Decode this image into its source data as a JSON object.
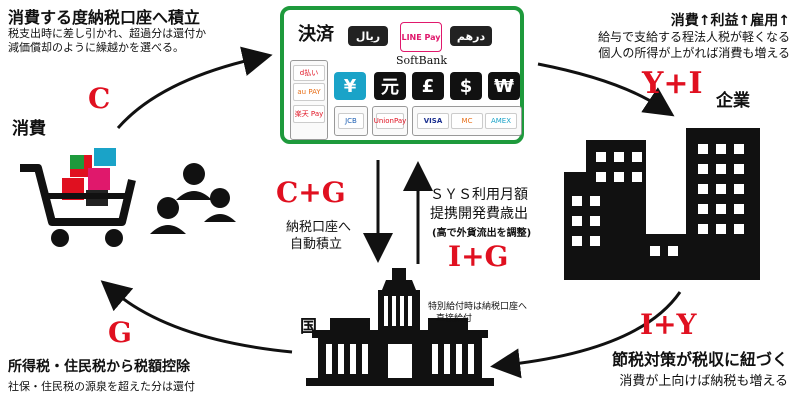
{
  "topleft": {
    "title": "消費する度納税口座へ積立",
    "line1": "税支出時に差し引かれ、超過分は還付か",
    "line2": "減価償却のように繰越かを選べる。"
  },
  "topright": {
    "line1": "消費↑利益↑雇用↑",
    "line2": "給与で支給する程法人税が軽くなる",
    "line3": "個人の所得が上がれば消費も増える"
  },
  "nodes": {
    "consumption_letter": "C",
    "consumption_label": "消費",
    "corporate_letter": "Y+I",
    "corporate_label": "企業",
    "settlement_label": "決済",
    "state_label": "国"
  },
  "center": {
    "cg": "C+G",
    "cg_line1": "納税口座へ",
    "cg_line2": "自動積立",
    "sys_line1": "ＳＹＳ利用月額",
    "sys_line2": "提携開発費歳出",
    "sys_note": "(高で外貨流出を調整)",
    "ig": "I+G",
    "special_line1": "特別給付時は納税口座へ",
    "special_line2": "直接給付"
  },
  "bottomright": {
    "letter": "I+Y",
    "line1": "節税対策が税収に紐づく",
    "line2": "消費が上向けば納税も増える"
  },
  "bottomleft": {
    "letter": "G",
    "line1": "所得税・住民税から税額控除",
    "line2": "社保・住民税の源泉を超えた分は還付"
  },
  "payment": {
    "wallet_top": "ﺭﻳﺎﻝ",
    "wallet_top2": "درهم",
    "line_pay": "LINE Pay",
    "softbank": "SoftBank",
    "currencies": [
      "¥",
      "元",
      "£",
      "$",
      "₩"
    ],
    "left_wallet": [
      "d払い",
      "au PAY",
      "楽天 Pay"
    ],
    "cards": [
      "JCB",
      "UnionPay",
      "VISA",
      "MC",
      "AMEX"
    ]
  },
  "colors": {
    "red": "#e01020",
    "green": "#1e9a3c",
    "black": "#111111"
  }
}
